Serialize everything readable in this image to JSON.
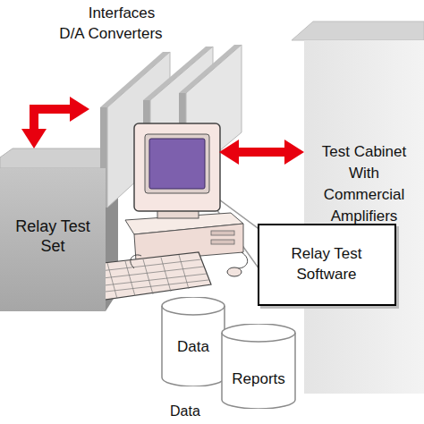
{
  "diagram": {
    "nodes": [
      {
        "text": [
          "Interfaces D/A Converters"
        ]
      },
      {
        "text": [
          "Relay Test Set"
        ]
      },
      {
        "text": [
          "Test Cabinet With Commercial Amplifiers"
        ]
      },
      {
        "text": [
          "Relay Test Software"
        ]
      },
      {
        "text": [
          "Data"
        ]
      },
      {
        "text": [
          "Reports"
        ]
      }
    ],
    "edges": [
      {
        "from": 1,
        "to": 0,
        "arrow": "both"
      },
      {
        "from": 0,
        "to": 2,
        "arrow": "both"
      }
    ],
    "labels": [
      "Data"
    ]
  }
}
